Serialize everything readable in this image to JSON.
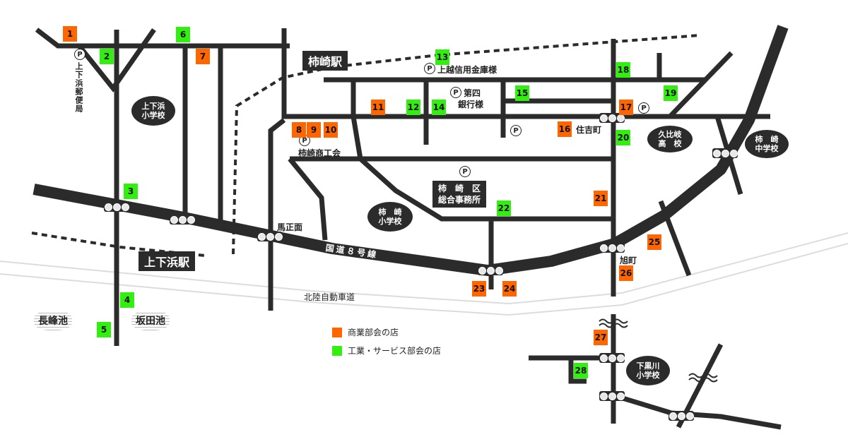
{
  "stations": {
    "kakizaki": "柿崎駅",
    "jogehama": "上下浜駅"
  },
  "labels": {
    "post_office": "上下浜郵便局",
    "joetsu_shinkin": "上越信用金庫様",
    "daishi_bank_1": "第四",
    "daishi_bank_2": "銀行様",
    "kakizaki_shokokai": "柿崎商工会",
    "sumiyoshi_cho": "住吉町",
    "bashomen": "馬正面",
    "asahi_cho": "旭町",
    "route8": "国道８号線",
    "expressway": "北陸自動車道"
  },
  "schools": {
    "jogehama_sho": [
      "上下浜",
      "小学校"
    ],
    "kakizaki_sho": [
      "柿　崎",
      "小学校"
    ],
    "kuhiki_ko": [
      "久比岐",
      "高　校"
    ],
    "kakizaki_chu": [
      "柿　崎",
      "中学校"
    ],
    "shimokurokawa_sho": [
      "下黒川",
      "小学校"
    ]
  },
  "office": [
    "柿　崎　区",
    "総合事務所"
  ],
  "ponds": {
    "nagamine": "長峰池",
    "sakata": "坂田池"
  },
  "parking_symbol": "P",
  "shops": [
    {
      "num": "1",
      "category": "commerce"
    },
    {
      "num": "2",
      "category": "industry"
    },
    {
      "num": "3",
      "category": "industry"
    },
    {
      "num": "4",
      "category": "industry"
    },
    {
      "num": "5",
      "category": "industry"
    },
    {
      "num": "6",
      "category": "industry"
    },
    {
      "num": "7",
      "category": "commerce"
    },
    {
      "num": "8",
      "category": "commerce"
    },
    {
      "num": "9",
      "category": "commerce"
    },
    {
      "num": "10",
      "category": "commerce"
    },
    {
      "num": "11",
      "category": "commerce"
    },
    {
      "num": "12",
      "category": "industry"
    },
    {
      "num": "13",
      "category": "industry"
    },
    {
      "num": "14",
      "category": "industry"
    },
    {
      "num": "15",
      "category": "industry"
    },
    {
      "num": "16",
      "category": "commerce"
    },
    {
      "num": "17",
      "category": "commerce"
    },
    {
      "num": "18",
      "category": "industry"
    },
    {
      "num": "19",
      "category": "industry"
    },
    {
      "num": "20",
      "category": "industry"
    },
    {
      "num": "21",
      "category": "commerce"
    },
    {
      "num": "22",
      "category": "industry"
    },
    {
      "num": "23",
      "category": "commerce"
    },
    {
      "num": "24",
      "category": "commerce"
    },
    {
      "num": "25",
      "category": "commerce"
    },
    {
      "num": "26",
      "category": "commerce"
    },
    {
      "num": "27",
      "category": "commerce"
    },
    {
      "num": "28",
      "category": "industry"
    }
  ],
  "legend": {
    "commerce": {
      "label": "商業部会の店",
      "color": "#ff6600"
    },
    "industry": {
      "label": "工業・サービス部会の店",
      "color": "#33ee11"
    }
  },
  "colors": {
    "road": "#2b2b2b",
    "commerce": "#ff6600",
    "industry": "#33ee11"
  }
}
